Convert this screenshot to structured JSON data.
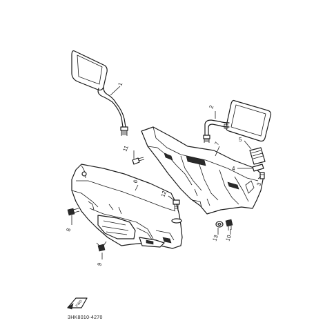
{
  "diagram": {
    "callouts": {
      "c1": "1",
      "c2": "2",
      "c3": "3",
      "c4": "4",
      "c5": "5",
      "c6": "6",
      "c7": "7",
      "c8": "8",
      "c9": "9",
      "c10": "10",
      "c11": "11",
      "c12": "12",
      "c13": "13"
    },
    "fwd_label": "FWD",
    "drawing_code": "3HK8010-4270"
  },
  "colors": {
    "ink": "#1a1a1a",
    "paper": "#ffffff"
  }
}
